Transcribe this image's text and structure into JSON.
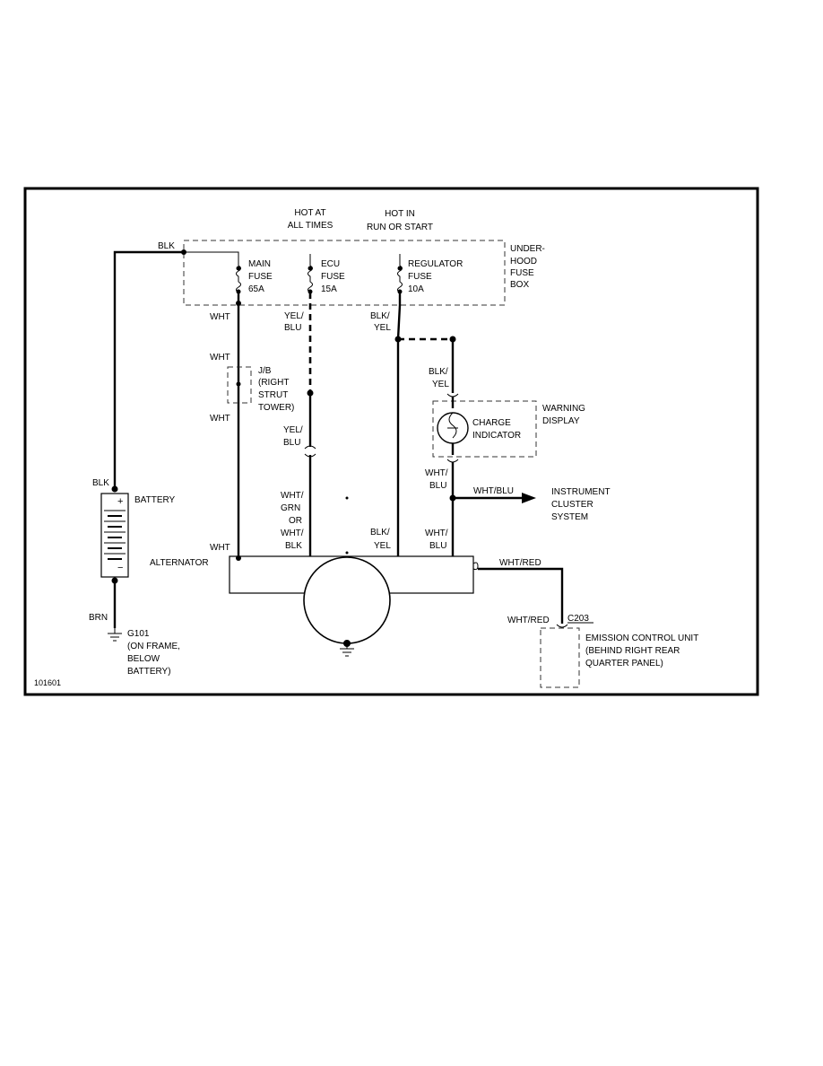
{
  "figure_id": "101601",
  "power_labels": {
    "hot_at_all_times": [
      "HOT AT",
      "ALL TIMES"
    ],
    "hot_in_run": [
      "HOT IN",
      "RUN OR START"
    ]
  },
  "fuse_box": {
    "label": [
      "UNDER-",
      "HOOD",
      "FUSE",
      "BOX"
    ],
    "fuses": [
      {
        "label": [
          "MAIN",
          "FUSE",
          "65A"
        ]
      },
      {
        "label": [
          "ECU",
          "FUSE",
          "15A"
        ]
      },
      {
        "label": [
          "REGULATOR",
          "FUSE",
          "10A"
        ]
      }
    ]
  },
  "wires": {
    "blk_top": "BLK",
    "wht_1": "WHT",
    "yel_blu": [
      "YEL/",
      "BLU"
    ],
    "blk_yel": [
      "BLK/",
      "YEL"
    ],
    "wht_2": "WHT",
    "wht_3": "WHT",
    "yel_blu_2": [
      "YEL/",
      "BLU"
    ],
    "blk_yel_2": [
      "BLK/",
      "YEL"
    ],
    "wht_blu_1": [
      "WHT/",
      "BLU"
    ],
    "wht_blu_arrow": "WHT/BLU",
    "wht_grn": [
      "WHT/",
      "GRN",
      "OR",
      "WHT/",
      "BLK"
    ],
    "blk_yel_3": [
      "BLK/",
      "YEL"
    ],
    "wht_blu_2": [
      "WHT/",
      "BLU"
    ],
    "blk_batt": "BLK",
    "wht_alt": "WHT",
    "brn": "BRN",
    "wht_red_1": "WHT/RED",
    "wht_red_2": "WHT/RED"
  },
  "components": {
    "junction_block": [
      "J/B",
      "(RIGHT",
      "STRUT",
      "TOWER)"
    ],
    "charge_indicator": [
      "CHARGE",
      "INDICATOR"
    ],
    "warning_display": [
      "WARNING",
      "DISPLAY"
    ],
    "instrument_cluster": [
      "INSTRUMENT",
      "CLUSTER",
      "SYSTEM"
    ],
    "battery": "BATTERY",
    "battery_plus": "+",
    "battery_minus": "−",
    "alternator": "ALTERNATOR",
    "ground": [
      "G101",
      "(ON FRAME,",
      "BELOW",
      "BATTERY)"
    ],
    "connector": "C203",
    "ecu": [
      "EMISSION CONTROL UNIT",
      "(BEHIND RIGHT REAR",
      "QUARTER PANEL)"
    ]
  }
}
